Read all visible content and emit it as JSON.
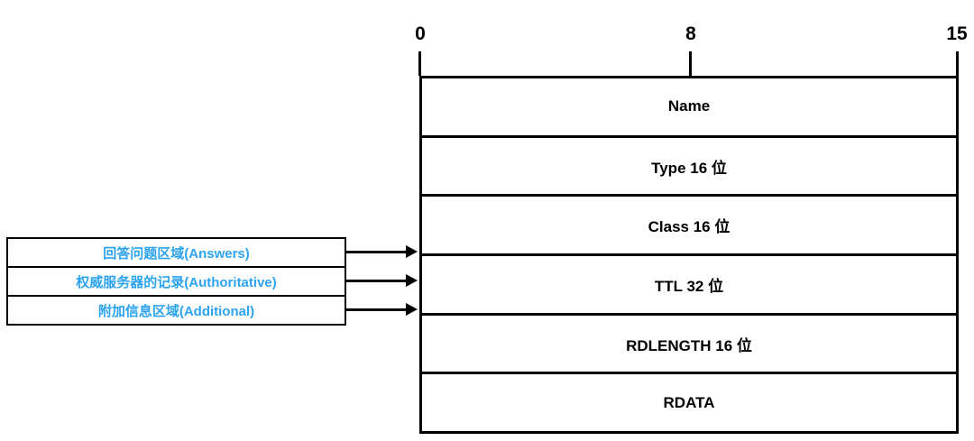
{
  "diagram": {
    "bit_scale": {
      "labels": [
        "0",
        "8",
        "15"
      ]
    },
    "record_fields": [
      "Name",
      "Type 16 位",
      "Class 16 位",
      "TTL 32 位",
      "RDLENGTH 16 位",
      "RDATA"
    ],
    "section_labels": [
      "回答问题区域(Answers)",
      "权威服务器的记录(Authoritative)",
      "附加信息区域(Additional)"
    ],
    "colors": {
      "section_label_blue": "#2BA3F0",
      "line_black": "#000000"
    }
  }
}
